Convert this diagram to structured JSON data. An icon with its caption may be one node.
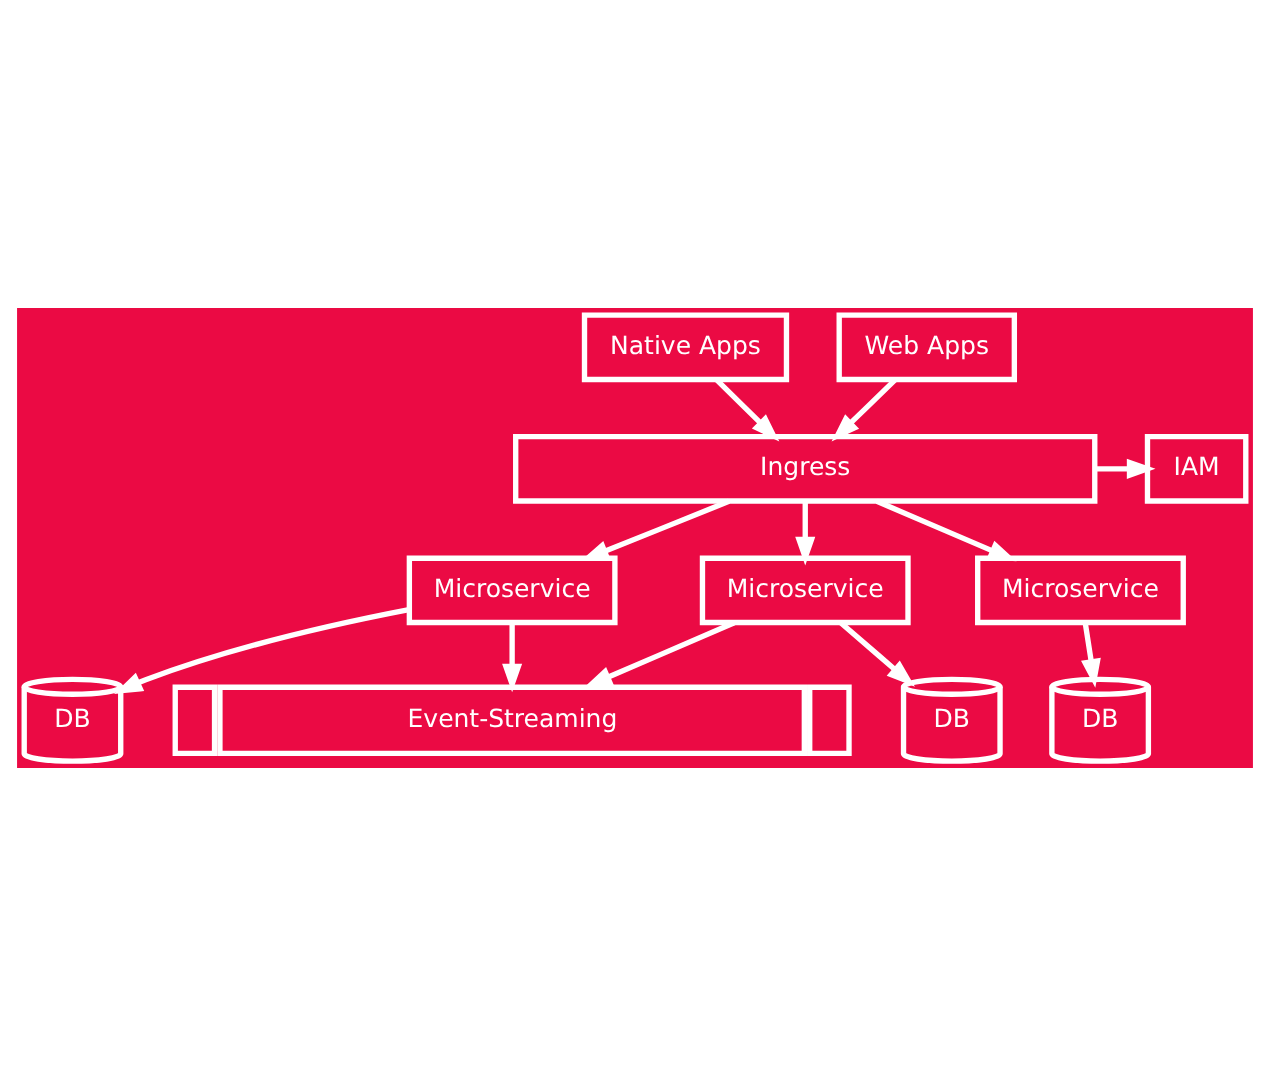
{
  "diagram": {
    "nodes": [
      {
        "text": [
          "Native Apps"
        ]
      },
      {
        "text": [
          "Web Apps"
        ]
      },
      {
        "text": [
          "Ingress"
        ]
      },
      {
        "text": [
          "IAM"
        ]
      },
      {
        "text": [
          "Microservice"
        ]
      },
      {
        "text": [
          "Microservice"
        ]
      },
      {
        "text": [
          "Microservice"
        ]
      },
      {
        "text": [
          "DB"
        ]
      },
      {
        "text": [
          "DB"
        ]
      },
      {
        "text": [
          "DB"
        ]
      },
      {
        "text": [
          "Event-Streaming"
        ]
      }
    ],
    "edges": [
      {
        "from": 0,
        "to": 2,
        "arrow": "to"
      },
      {
        "from": 1,
        "to": 2,
        "arrow": "to"
      },
      {
        "from": 2,
        "to": 3,
        "arrow": "to"
      },
      {
        "from": 2,
        "to": 4,
        "arrow": "to"
      },
      {
        "from": 2,
        "to": 5,
        "arrow": "to"
      },
      {
        "from": 2,
        "to": 6,
        "arrow": "to"
      },
      {
        "from": 4,
        "to": 7,
        "arrow": "to"
      },
      {
        "from": 5,
        "to": 8,
        "arrow": "to"
      },
      {
        "from": 6,
        "to": 9,
        "arrow": "to"
      },
      {
        "from": 4,
        "to": 10,
        "arrow": "to"
      },
      {
        "from": 6,
        "to": 10,
        "arrow": "to"
      }
    ]
  }
}
